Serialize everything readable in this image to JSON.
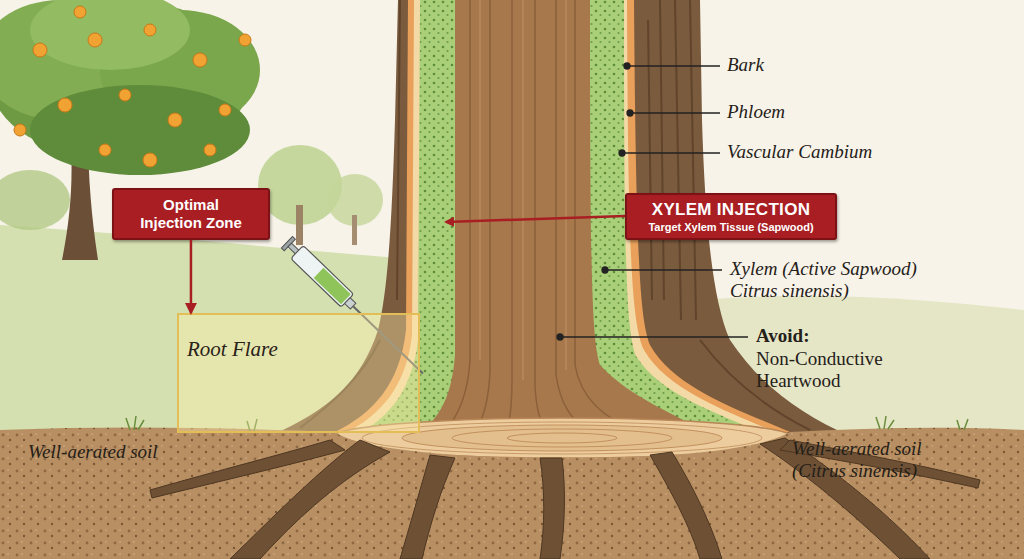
{
  "diagram": {
    "nodes": [
      {
        "text": [
          "Optimal Injection Zone"
        ]
      },
      {
        "text": [
          "XYLEM INJECTION",
          "Target Xylem Tissue (Sapwood)"
        ]
      },
      {
        "text": [
          "Root Flare"
        ]
      }
    ],
    "edges": [
      {
        "from": 0,
        "to": 2,
        "arrow": "to"
      }
    ],
    "labels": [
      "Bark",
      "Phloem",
      "Vascular Cambium",
      "Xylem (Active Sapwood) Citrus sinensis)",
      "Avoid:",
      "Non-Conductive Heartwood",
      "Well-aerated soil",
      "Well-aerated soil (Citrus sinensis)"
    ]
  }
}
